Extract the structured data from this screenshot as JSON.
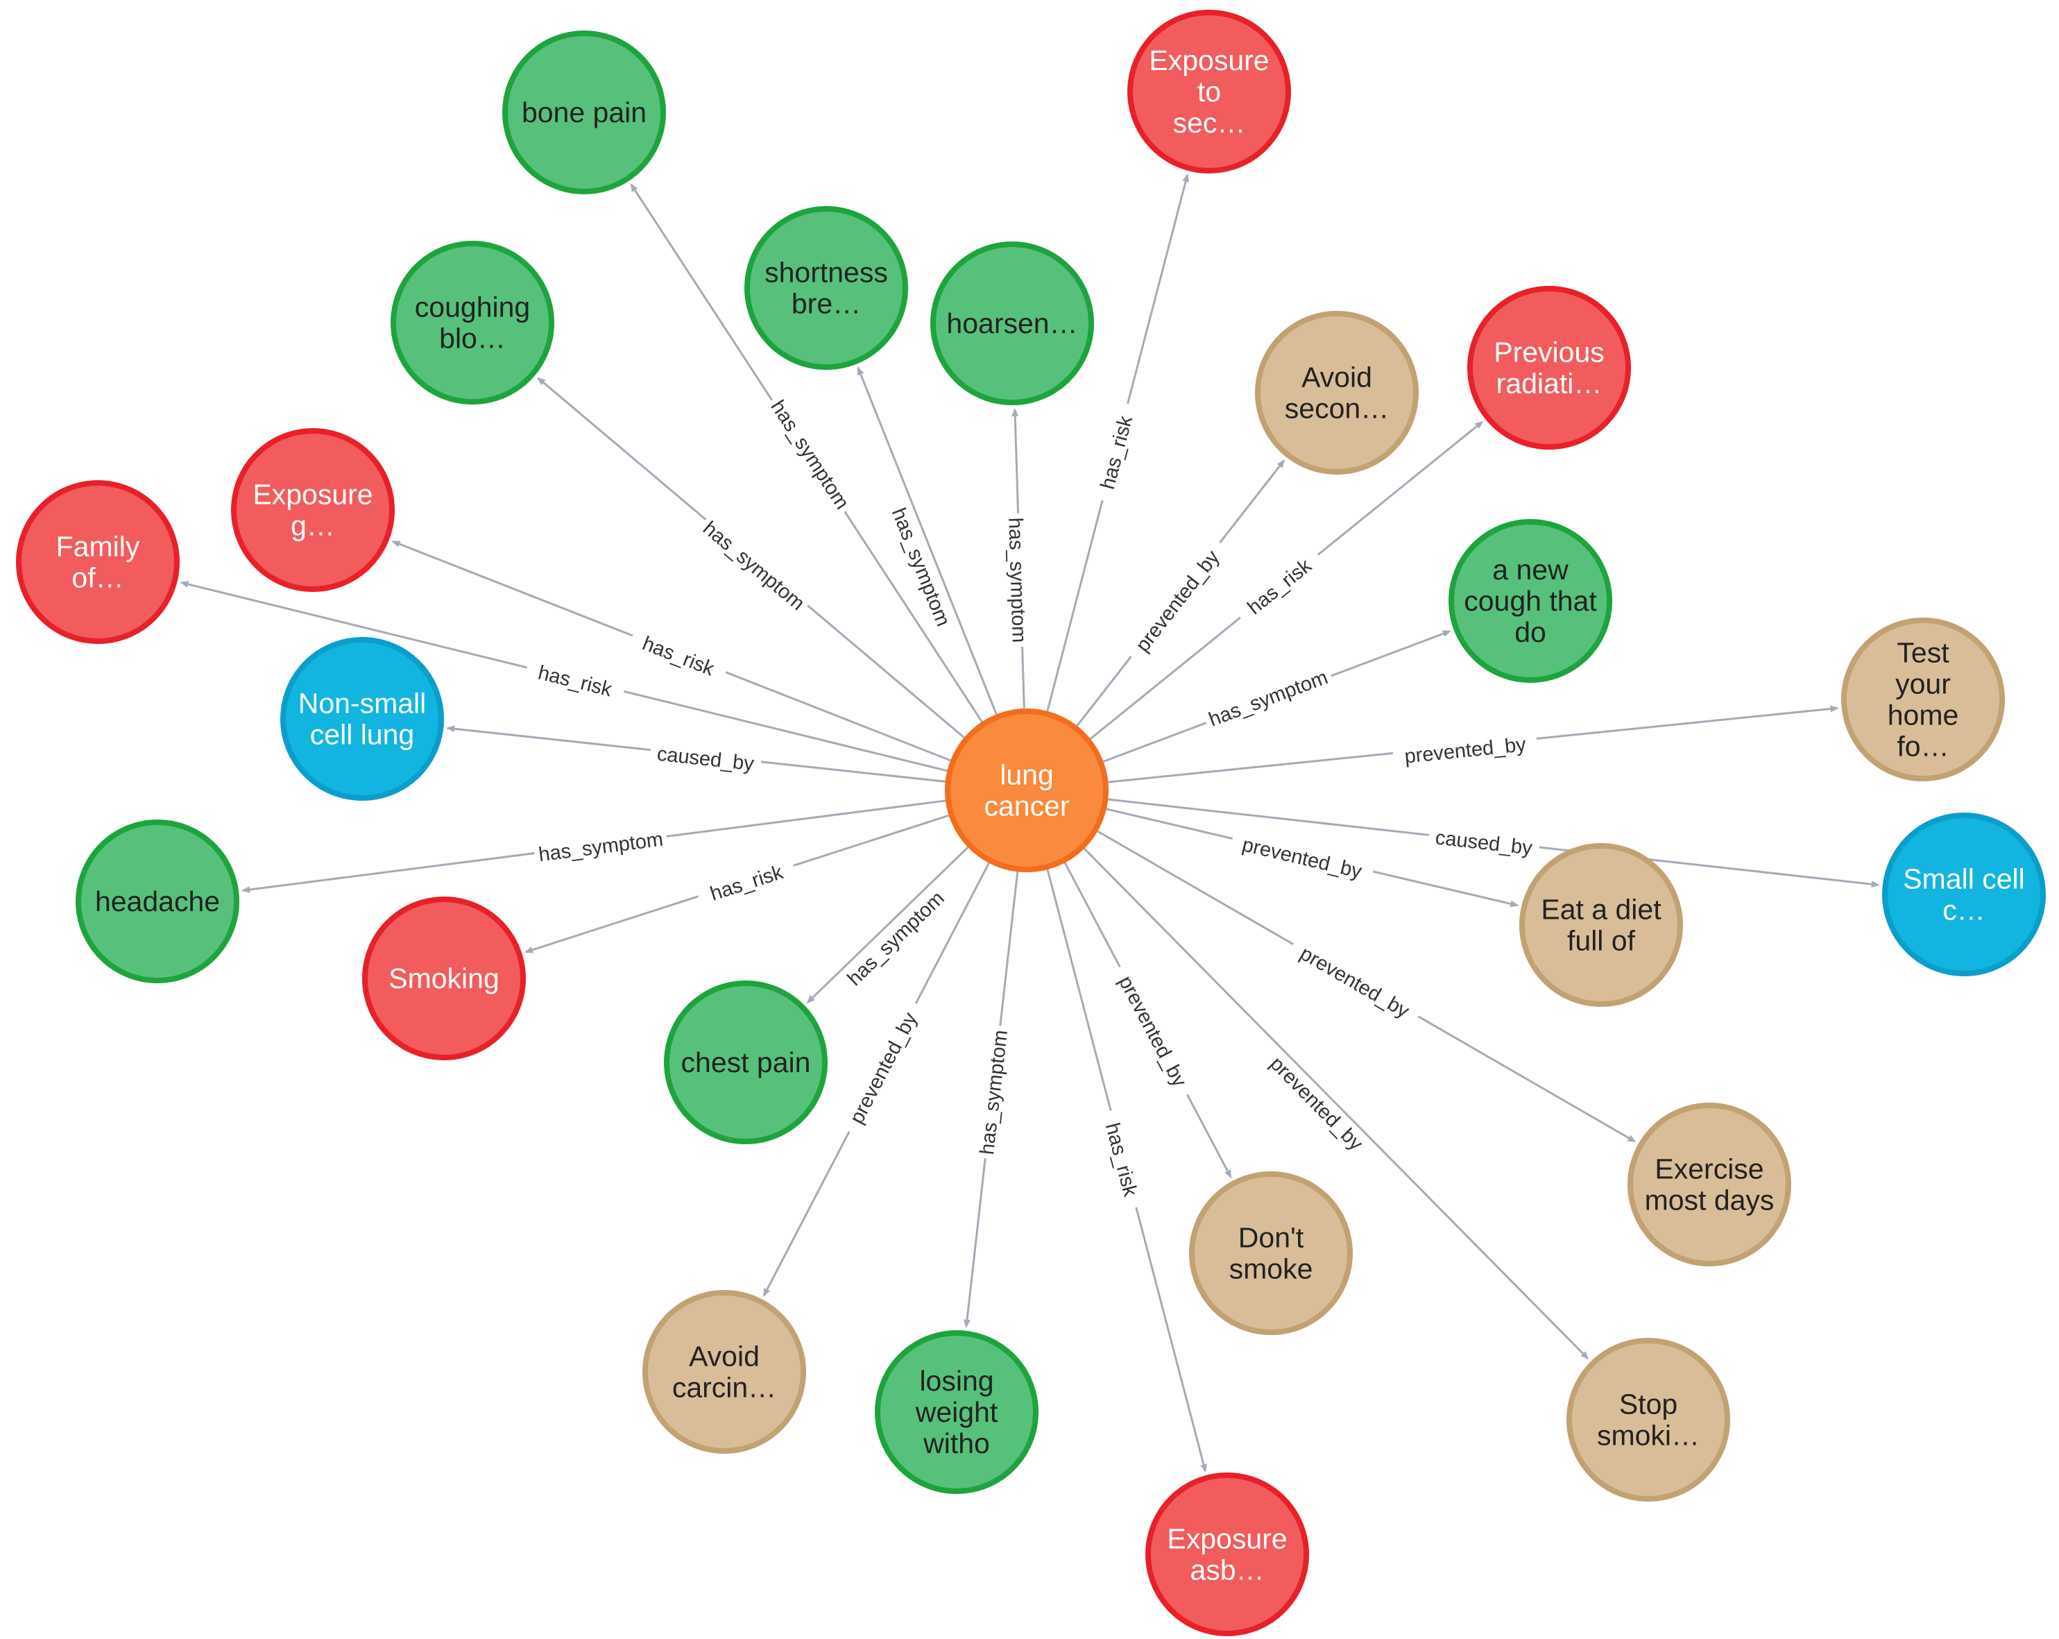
{
  "colors": {
    "center": "#f98a3e",
    "center_stroke": "#f26d1d",
    "symptom": "#57c17b",
    "symptom_stroke": "#1fa33f",
    "risk": "#f25c5c",
    "risk_stroke": "#e8202a",
    "prevention": "#d9bd98",
    "prevention_stroke": "#c2a173",
    "cause": "#12b5e0",
    "cause_stroke": "#0a9ec9",
    "edge": "#a5abb6",
    "dark_text": "#222222",
    "light_text": "#ffffff"
  },
  "center": {
    "id": "lung_cancer",
    "lines": [
      "lung",
      "cancer"
    ],
    "category": "center"
  },
  "nodes": [
    {
      "id": "bone_pain",
      "lines": [
        "bone pain"
      ],
      "category": "symptom",
      "edge": "has_symptom"
    },
    {
      "id": "exposure_sec",
      "lines": [
        "Exposure",
        "to",
        "sec…"
      ],
      "category": "risk",
      "edge": "has_risk"
    },
    {
      "id": "shortness",
      "lines": [
        "shortness",
        "bre…"
      ],
      "category": "symptom",
      "edge": "has_symptom"
    },
    {
      "id": "hoarsen",
      "lines": [
        "hoarsen…"
      ],
      "category": "symptom",
      "edge": "has_symptom"
    },
    {
      "id": "coughing_blo",
      "lines": [
        "coughing",
        "blo…"
      ],
      "category": "symptom",
      "edge": "has_symptom"
    },
    {
      "id": "avoid_secon",
      "lines": [
        "Avoid",
        "secon…"
      ],
      "category": "prevention",
      "edge": "prevented_by"
    },
    {
      "id": "previous_radiati",
      "lines": [
        "Previous",
        "radiati…"
      ],
      "category": "risk",
      "edge": "has_risk"
    },
    {
      "id": "exposure_g",
      "lines": [
        "Exposure",
        "g…"
      ],
      "category": "risk",
      "edge": "has_risk"
    },
    {
      "id": "family_of",
      "lines": [
        "Family",
        "of…"
      ],
      "category": "risk",
      "edge": "has_risk"
    },
    {
      "id": "new_cough",
      "lines": [
        "a new",
        "cough that",
        "do"
      ],
      "category": "symptom",
      "edge": "has_symptom"
    },
    {
      "id": "non_small",
      "lines": [
        "Non-small",
        "cell lung"
      ],
      "category": "cause",
      "edge": "caused_by"
    },
    {
      "id": "test_home",
      "lines": [
        "Test",
        "your",
        "home",
        "fo…"
      ],
      "category": "prevention",
      "edge": "prevented_by"
    },
    {
      "id": "headache",
      "lines": [
        "headache"
      ],
      "category": "symptom",
      "edge": "has_symptom"
    },
    {
      "id": "small_cell",
      "lines": [
        "Small cell",
        "c…"
      ],
      "category": "cause",
      "edge": "caused_by"
    },
    {
      "id": "eat_diet",
      "lines": [
        "Eat a diet",
        "full of"
      ],
      "category": "prevention",
      "edge": "prevented_by"
    },
    {
      "id": "smoking",
      "lines": [
        "Smoking"
      ],
      "category": "risk",
      "edge": "has_risk"
    },
    {
      "id": "chest_pain",
      "lines": [
        "chest pain"
      ],
      "category": "symptom",
      "edge": "has_symptom"
    },
    {
      "id": "exercise",
      "lines": [
        "Exercise",
        "most days"
      ],
      "category": "prevention",
      "edge": "prevented_by"
    },
    {
      "id": "dont_smoke",
      "lines": [
        "Don't",
        "smoke"
      ],
      "category": "prevention",
      "edge": "prevented_by"
    },
    {
      "id": "avoid_carcin",
      "lines": [
        "Avoid",
        "carcin…"
      ],
      "category": "prevention",
      "edge": "prevented_by"
    },
    {
      "id": "losing_weight",
      "lines": [
        "losing",
        "weight",
        "witho"
      ],
      "category": "symptom",
      "edge": "has_symptom"
    },
    {
      "id": "stop_smoki",
      "lines": [
        "Stop",
        "smoki…"
      ],
      "category": "prevention",
      "edge": "prevented_by"
    },
    {
      "id": "exposure_asb",
      "lines": [
        "Exposure",
        "asb…"
      ],
      "category": "risk",
      "edge": "has_risk"
    }
  ]
}
